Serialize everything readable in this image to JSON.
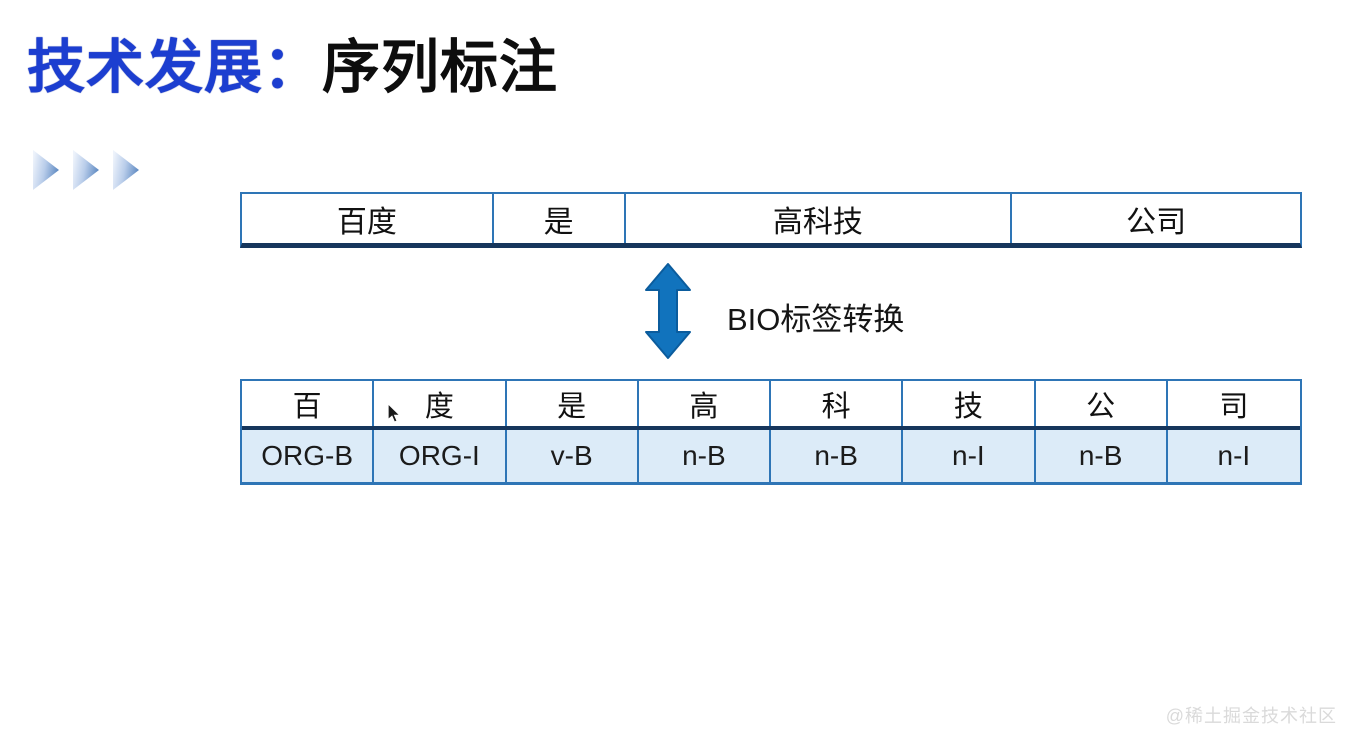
{
  "title": {
    "prefix": "技术发展：",
    "suffix": "序列标注"
  },
  "word_table": {
    "cells": [
      "百度",
      "是",
      "高科技",
      "公司"
    ]
  },
  "conversion": {
    "arrow_icon": "double-headed-vertical-arrow",
    "label": "BIO标签转换"
  },
  "char_table": {
    "chars": [
      "百",
      "度",
      "是",
      "高",
      "科",
      "技",
      "公",
      "司"
    ],
    "tags": [
      "ORG-B",
      "ORG-I",
      "v-B",
      "n-B",
      "n-B",
      "n-I",
      "n-B",
      "n-I"
    ]
  },
  "watermark": {
    "text": "@稀土掘金技术社区"
  },
  "colors": {
    "title_blue": "#1c3ed0",
    "table_border": "#2e75b6",
    "table_border_dark": "#16365c",
    "tag_row_fill": "#dcebf8",
    "arrow_blue": "#1173bd"
  }
}
